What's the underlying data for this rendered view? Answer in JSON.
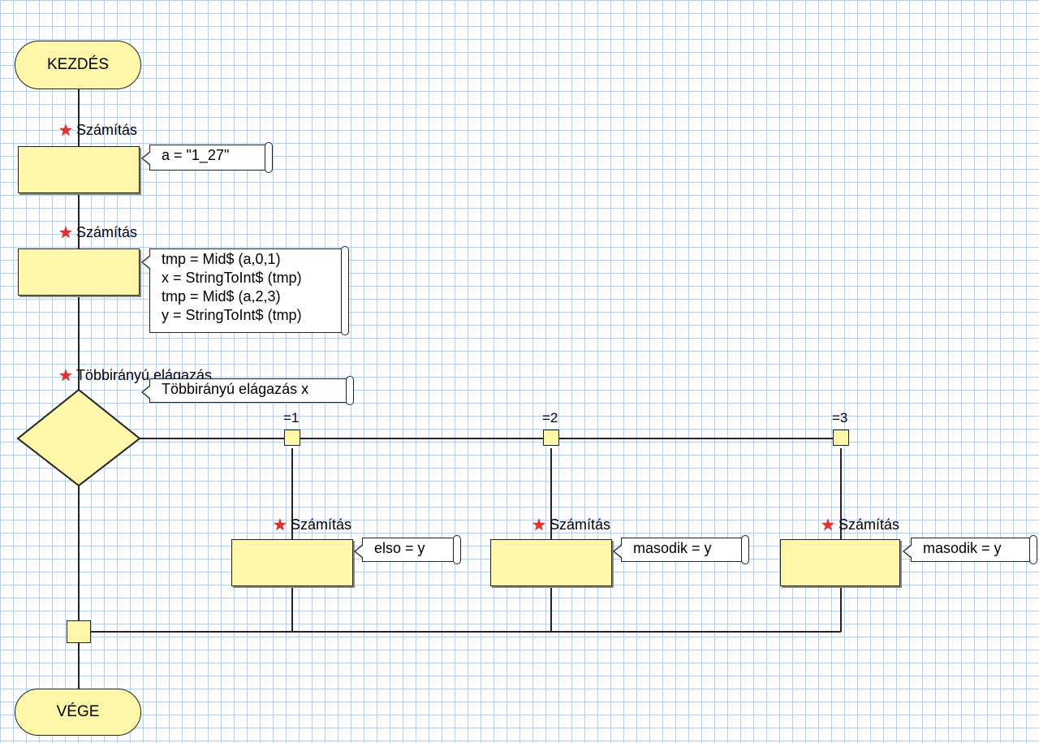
{
  "start_label": "KEZDÉS",
  "end_label": "VÉGE",
  "steps": [
    {
      "label": "Számítás",
      "code": [
        "a = \"1_27\""
      ]
    },
    {
      "label": "Számítás",
      "code": [
        "tmp = Mid$ (a,0,1)",
        "x = StringToInt$ (tmp)",
        "tmp = Mid$ (a,2,3)",
        "y = StringToInt$ (tmp)"
      ]
    }
  ],
  "switch": {
    "label": "Többirányú elágazás",
    "note": "Többirányú elágazás x",
    "cases": [
      {
        "value": "=1",
        "label": "Számítás",
        "code": "elso = y"
      },
      {
        "value": "=2",
        "label": "Számítás",
        "code": "masodik = y"
      },
      {
        "value": "=3",
        "label": "Számítás",
        "code": "masodik = y"
      }
    ]
  },
  "colors": {
    "fill": "#fef6a8",
    "star": "#dd3333",
    "grid": "#b9cde6"
  }
}
